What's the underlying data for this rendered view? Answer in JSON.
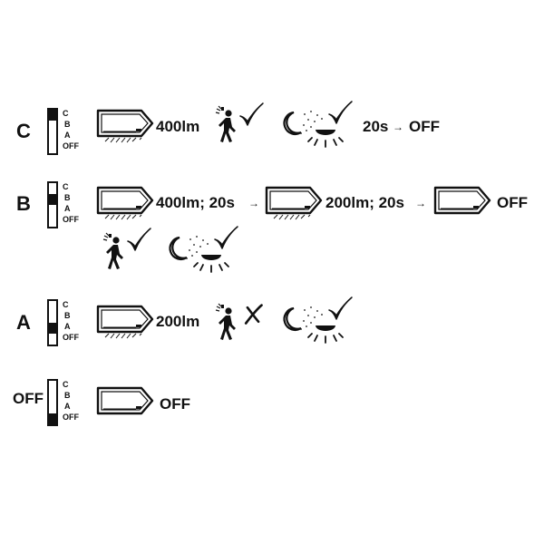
{
  "switch_positions": [
    "C",
    "B",
    "A",
    "OFF"
  ],
  "modes": [
    {
      "name": "C",
      "active_position": "C",
      "brightness": "400lm",
      "motion_sensor": "check",
      "dusk_sensor": "check",
      "timeout": "20s",
      "after_timeout": "OFF"
    },
    {
      "name": "B",
      "active_position": "B",
      "stage1": "400lm; 20s",
      "stage2": "200lm; 20s",
      "stage3": "OFF",
      "motion_sensor": "check",
      "dusk_sensor": "check"
    },
    {
      "name": "A",
      "active_position": "A",
      "brightness": "200lm",
      "motion_sensor": "cross",
      "dusk_sensor": "check"
    },
    {
      "name": "OFF",
      "active_position": "OFF",
      "result": "OFF"
    }
  ],
  "colors": {
    "ink": "#111111",
    "background": "#ffffff"
  },
  "icons": [
    "light-fixture-icon",
    "light-fixture-lit-icon",
    "motion-person-icon",
    "dusk-moon-sensor-icon",
    "checkmark-icon",
    "cross-icon",
    "arrow-right-icon"
  ]
}
